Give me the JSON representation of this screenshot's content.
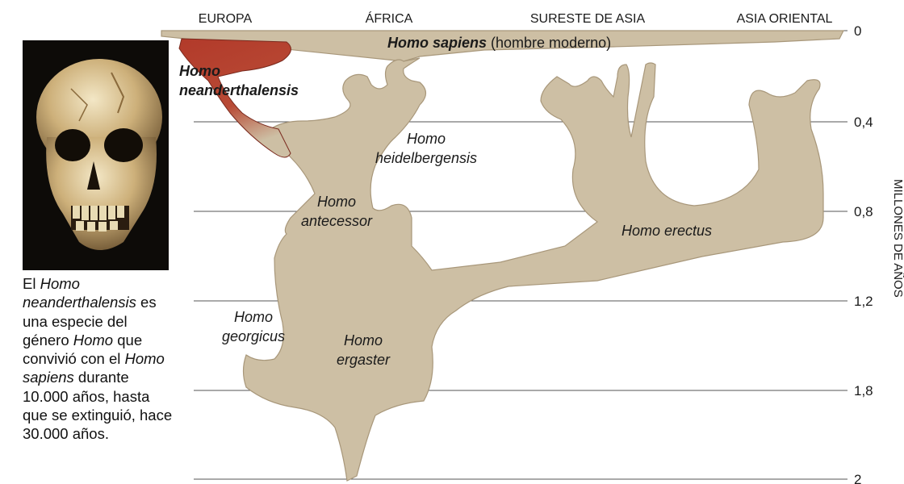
{
  "regions": [
    "EUROPA",
    "ÁFRICA",
    "SURESTE DE ASIA",
    "ASIA ORIENTAL"
  ],
  "scale": {
    "title": "MILLONES DE AÑOS",
    "ticks": [
      {
        "label": "0",
        "value": 0
      },
      {
        "label": "0,4",
        "value": 0.4
      },
      {
        "label": "0,8",
        "value": 0.8
      },
      {
        "label": "1,2",
        "value": 1.2
      },
      {
        "label": "1,8",
        "value": 1.8
      },
      {
        "label": "2",
        "value": 2
      }
    ]
  },
  "species": {
    "sapiens_bold": "Homo sapiens",
    "sapiens_rest": " (hombre moderno)",
    "neanderthal_1": "Homo",
    "neanderthal_2": "neanderthalensis",
    "heidelbergensis_1": "Homo",
    "heidelbergensis_2": "heidelbergensis",
    "antecessor_1": "Homo",
    "antecessor_2": "antecessor",
    "erectus": "Homo erectus",
    "georgicus_1": "Homo",
    "georgicus_2": "georgicus",
    "ergaster_1": "Homo",
    "ergaster_2": "ergaster"
  },
  "caption": {
    "p1": "El ",
    "p2": "Homo neanderthalensis",
    "p3": " es una especie del género ",
    "p4": "Homo",
    "p5": " que convivió con el ",
    "p6": "Homo sapiens",
    "p7": " durante 10.000 años, hasta que se extinguió, hace 30.000 años."
  },
  "colors": {
    "tree_fill": "#cdbfa4",
    "tree_stroke": "#a8977a",
    "neanderthal": "#b23a2a",
    "gridline": "#555555",
    "skull_bg": "#0d0b08"
  }
}
